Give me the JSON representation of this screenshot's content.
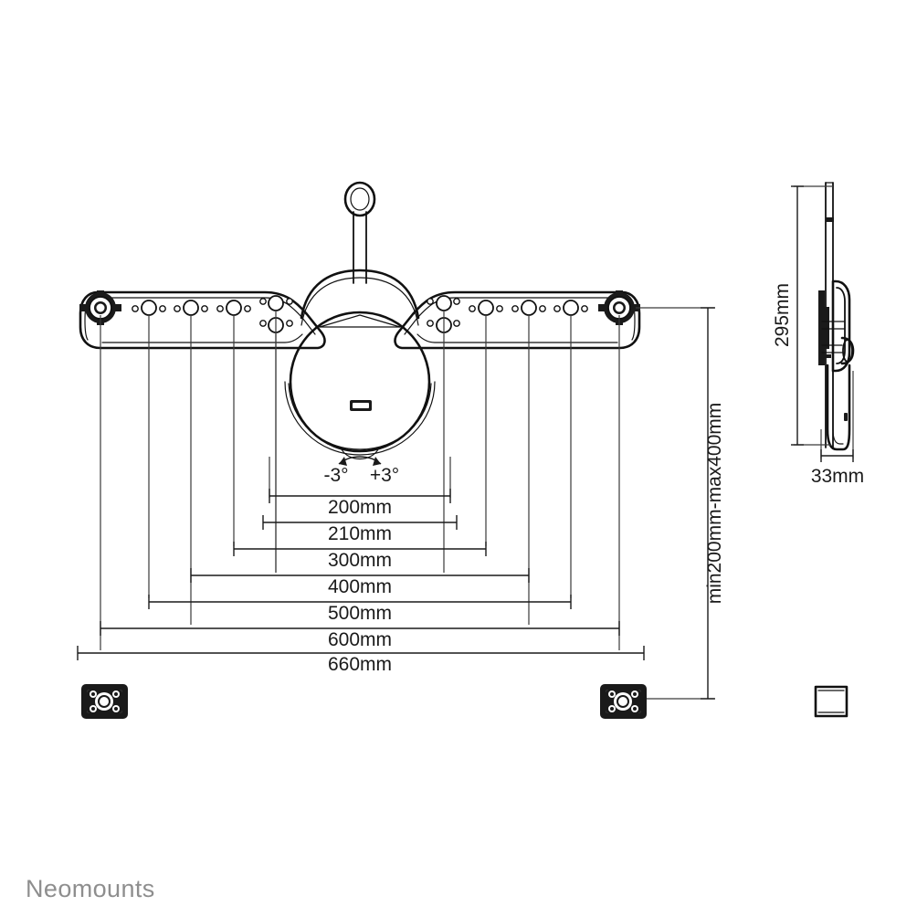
{
  "document": {
    "type": "technical-drawing",
    "title": "Neomounts flat screen wall mount dimensional drawing",
    "background_color": "#ffffff",
    "line_color": "#111111",
    "text_color": "#1a1a1a"
  },
  "brand": {
    "name": "Neomounts",
    "color": "#8e8e8e"
  },
  "front_view": {
    "name": "front-view",
    "tilt": {
      "negative_label": "-3°",
      "positive_label": "+3°"
    },
    "width_dimensions": [
      {
        "label": "200mm",
        "value": 200,
        "unit": "mm"
      },
      {
        "label": "210mm",
        "value": 210,
        "unit": "mm"
      },
      {
        "label": "300mm",
        "value": 300,
        "unit": "mm"
      },
      {
        "label": "400mm",
        "value": 400,
        "unit": "mm"
      },
      {
        "label": "500mm",
        "value": 500,
        "unit": "mm"
      },
      {
        "label": "600mm",
        "value": 600,
        "unit": "mm"
      },
      {
        "label": "660mm",
        "value": 660,
        "unit": "mm"
      }
    ],
    "height_dimension": {
      "label": "min200mm-max400mm",
      "min": 200,
      "max": 400,
      "unit": "mm"
    }
  },
  "side_view": {
    "name": "side-view",
    "height_dimension": {
      "label": "295mm",
      "value": 295,
      "unit": "mm"
    },
    "depth_dimension": {
      "label": "33mm",
      "value": 33,
      "unit": "mm"
    }
  },
  "accessories": [
    {
      "name": "spacer-left",
      "type": "vesa-spacer"
    },
    {
      "name": "spacer-right",
      "type": "vesa-spacer"
    },
    {
      "name": "washer-block",
      "type": "square-washer"
    }
  ]
}
